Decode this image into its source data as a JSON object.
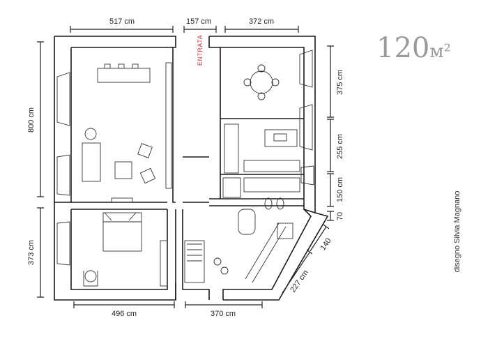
{
  "area": {
    "value": "120",
    "unit": "м²"
  },
  "credit": "disegno Silvia Magnano",
  "entrance_label": "ENTRATA",
  "entrance_color": "#d3323a",
  "dimensions": {
    "top": [
      "517 cm",
      "157 cm",
      "372 cm"
    ],
    "left": [
      "800 cm",
      "373 cm"
    ],
    "bottom": [
      "496 cm",
      "370 cm"
    ],
    "right": [
      "375 cm",
      "255 cm",
      "150 cm",
      "70"
    ],
    "diagonal": [
      "140",
      "227 cm"
    ]
  }
}
